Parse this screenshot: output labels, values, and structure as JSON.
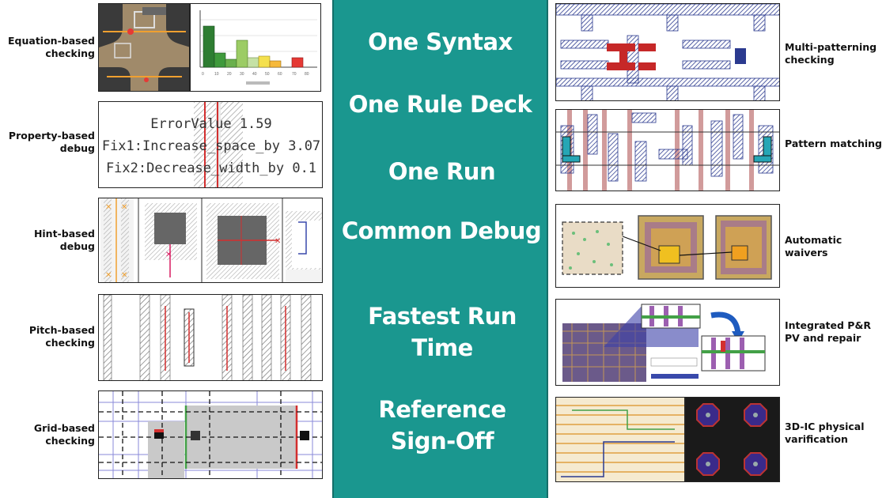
{
  "left_labels": [
    "Equation-based checking",
    "Property-based debug",
    "Hint-based debug",
    "Pitch-based checking",
    "Grid-based checking"
  ],
  "right_labels": [
    "Multi-patterning checking",
    "Pattern matching",
    "Automatic waivers",
    "Integrated P&R PV and repair",
    "3D-IC physical varification"
  ],
  "center_slogans": [
    "One Syntax",
    "One Rule Deck",
    "One Run",
    "Common Debug",
    "Fastest Run Time",
    "Reference Sign-Off"
  ],
  "property_debug_text": [
    "ErrorValue 1.59",
    "Fix1:Increase_space_by 3.07",
    "Fix2:Decrease_width_by 0.1"
  ],
  "colors": {
    "center_bg": "#1a978f",
    "bar_dark_green": "#2e7d32",
    "bar_light_green": "#9ccc65",
    "bar_yellow": "#f4e04d",
    "bar_red": "#e53935",
    "marker_red": "#d32f2f",
    "pattern_blue": "#2b3a8f"
  }
}
